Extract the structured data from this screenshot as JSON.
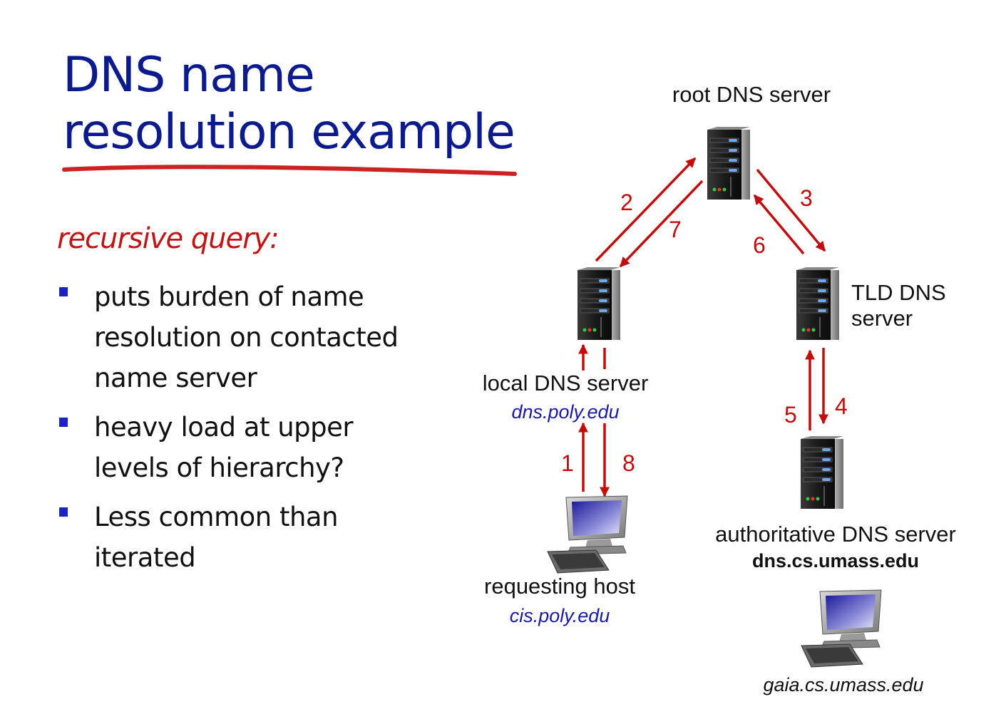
{
  "slide": {
    "title_line1": "DNS name",
    "title_line2": "resolution example",
    "subheading": "recursive query:",
    "bullets": [
      "puts burden of name resolution on contacted name server",
      "heavy load at upper levels of hierarchy?",
      "Less common than iterated"
    ],
    "colors": {
      "title": "#0b1a8c",
      "accent": "#c41414",
      "bullet": "#1b22c6",
      "arrow": "#c40c0c"
    }
  },
  "diagram": {
    "root_label": "root DNS server",
    "tld_label_line1": "TLD DNS",
    "tld_label_line2": "server",
    "local_label": "local DNS server",
    "local_host": "dns.poly.edu",
    "auth_label": "authoritative DNS server",
    "auth_host": "dns.cs.umass.edu",
    "requesting_label": "requesting host",
    "requesting_host": "cis.poly.edu",
    "dest_host": "gaia.cs.umass.edu",
    "steps": [
      "1",
      "2",
      "3",
      "4",
      "5",
      "6",
      "7",
      "8"
    ]
  }
}
